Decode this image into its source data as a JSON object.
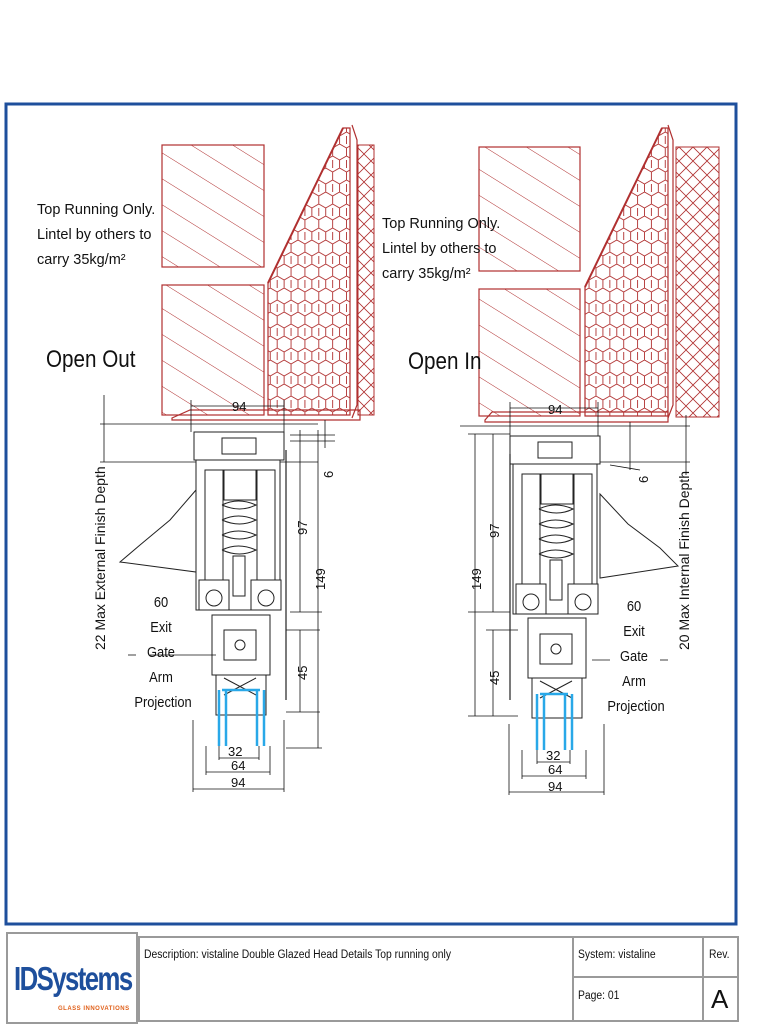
{
  "notes": {
    "left": [
      "Top Running Only.",
      "Lintel by others to",
      "carry 35kg/m²"
    ],
    "right": [
      "Top Running Only.",
      "Lintel by others to",
      "carry 35kg/m²"
    ]
  },
  "views": {
    "left_title": "Open Out",
    "right_title": "Open In"
  },
  "dims": {
    "left": {
      "head_width": "94",
      "gap": "6",
      "h97": "97",
      "h149": "149",
      "h45": "45",
      "w32": "32",
      "w64": "64",
      "w94": "94",
      "finish_depth": "22 Max External Finish Depth",
      "gate_arm": [
        "60",
        "Exit",
        "Gate",
        "Arm",
        "Projection"
      ]
    },
    "right": {
      "head_width": "94",
      "gap": "6",
      "h97": "97",
      "h149": "149",
      "h45": "45",
      "w32": "32",
      "w64": "64",
      "w94": "94",
      "finish_depth": "20 Max Internal Finish Depth",
      "gate_arm": [
        "60",
        "Exit",
        "Gate",
        "Arm",
        "Projection"
      ]
    }
  },
  "title_block": {
    "logo": "IDSystems",
    "logo_tagline": "GLASS INNOVATIONS",
    "description": "Description:  vistaline Double Glazed Head Details Top running only",
    "system": "System: vistaline",
    "rev_label": "Rev.",
    "page": "Page: 01",
    "rev_value": "A"
  },
  "colors": {
    "frame_blue": "#1e4f9c",
    "brick_red": "#b03030",
    "glass_blue": "#29a8e8",
    "logo_orange": "#e0601a"
  }
}
